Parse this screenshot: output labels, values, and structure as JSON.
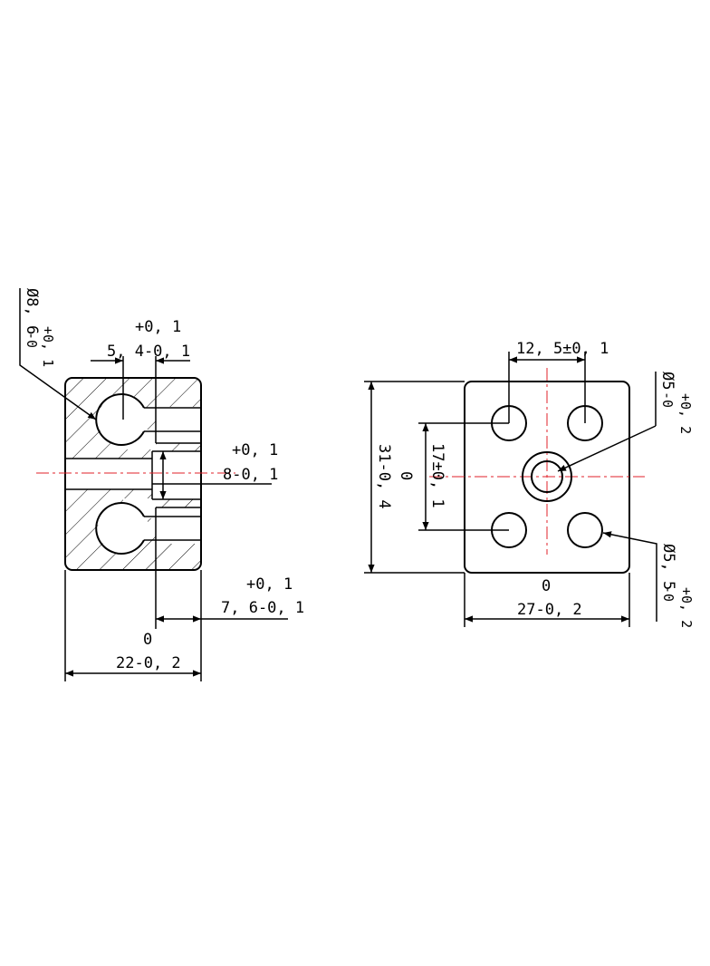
{
  "left_view": {
    "hole_dia": {
      "base": "Ø8, 6",
      "minus": "-0",
      "plus": "+0, 1"
    },
    "slot_width": {
      "plus": "+0, 1",
      "value": "5, 4-0, 1"
    },
    "bore_dia": {
      "plus": "+0, 1",
      "value": "8-0, 1"
    },
    "step_depth": {
      "plus": "+0, 1",
      "value": "7, 6-0, 1"
    },
    "width": {
      "upper": "0",
      "value": "22-0, 2"
    }
  },
  "right_view": {
    "hole_spacing_h": {
      "value": "12, 5±0, 1"
    },
    "hole_spacing_v": {
      "value": "17±0, 1"
    },
    "height": {
      "upper": "0",
      "value": "31-0, 4"
    },
    "width": {
      "upper": "0",
      "value": "27-0, 2"
    },
    "center_hole_dia": {
      "base": "Ø5",
      "minus": "-0",
      "plus": "+0, 2"
    },
    "corner_hole_dia": {
      "base": "Ø5, 5",
      "minus": "-0",
      "plus": "+0, 2"
    }
  },
  "colors": {
    "centerline": "#e0202a",
    "line": "#000000"
  }
}
